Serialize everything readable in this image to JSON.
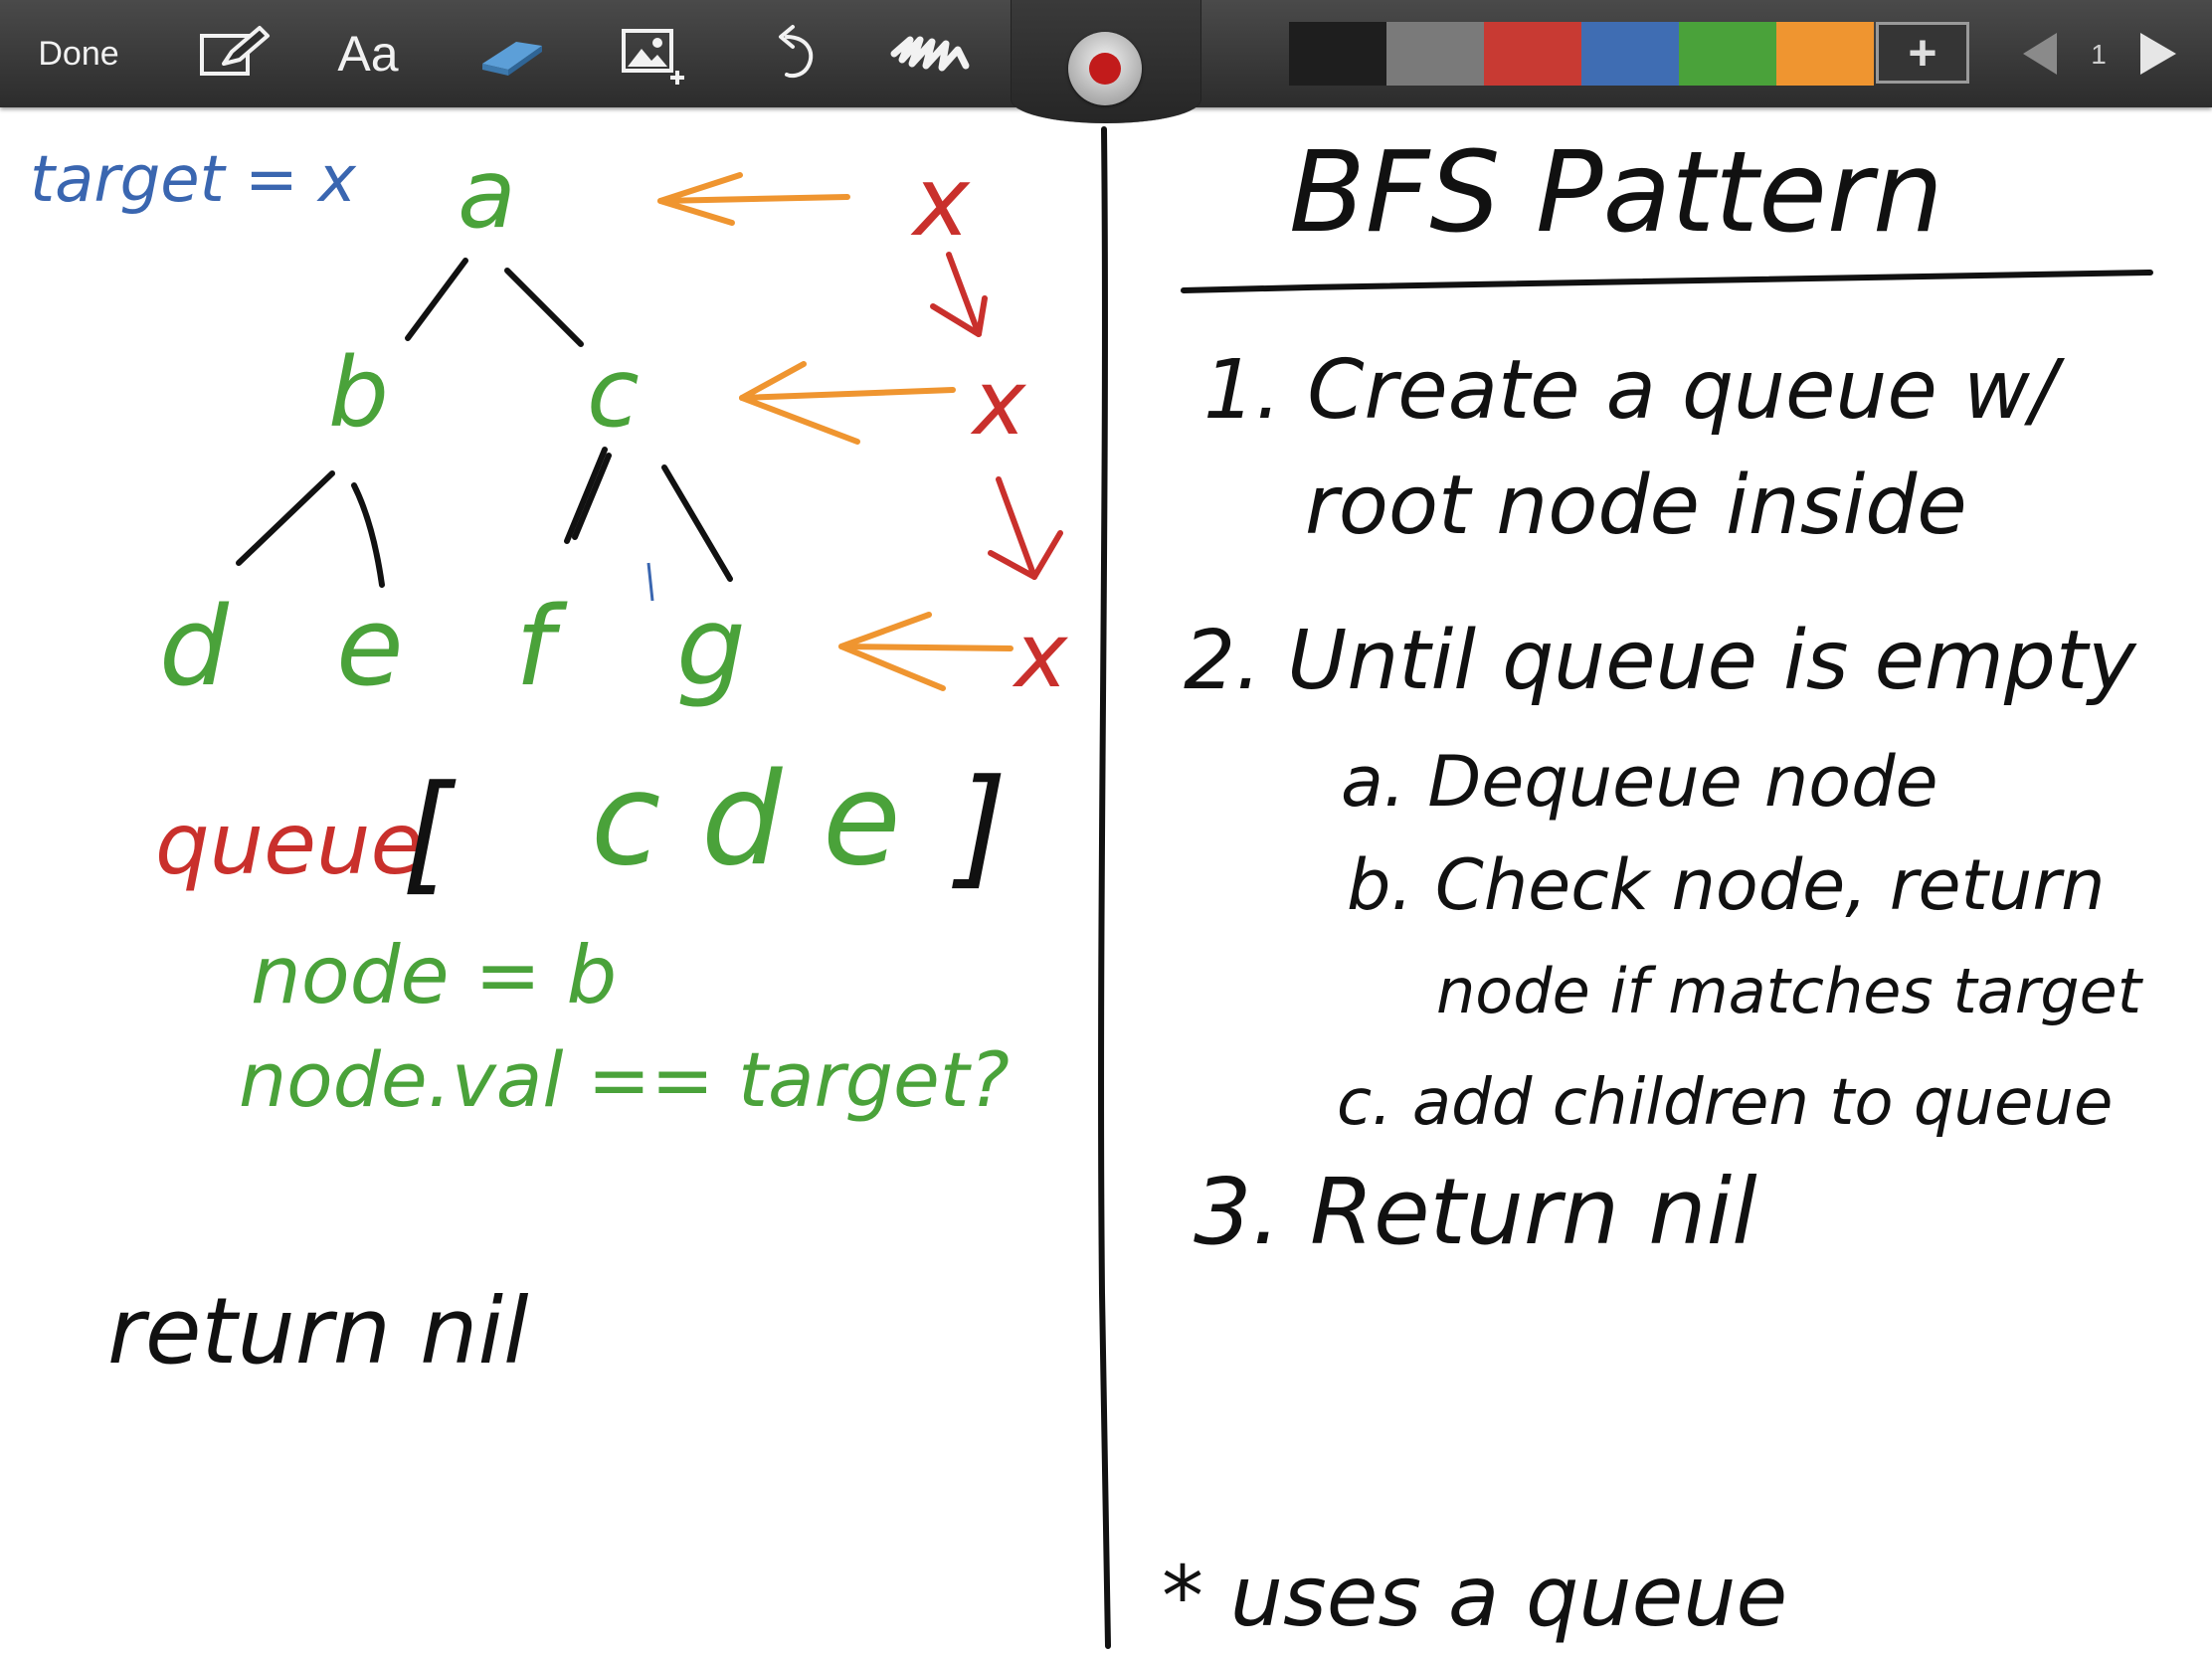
{
  "toolbar": {
    "done_label": "Done",
    "font_label": "Aa",
    "page_number": "1",
    "add_color_label": "+"
  },
  "palette": [
    "#1e1e1e",
    "#7a7a7a",
    "#c83a33",
    "#3f6db3",
    "#4aa23a",
    "#ef9530"
  ],
  "whiteboard": {
    "left": {
      "target_label": "target = x",
      "tree": {
        "root": "a",
        "level1": [
          "b",
          "c"
        ],
        "level2": [
          "d",
          "e",
          "f",
          "g"
        ]
      },
      "marks": [
        "x",
        "x",
        "x"
      ],
      "queue_label": "queue",
      "queue_open": "[",
      "queue_contents": "c d e",
      "queue_close": "]",
      "node_line": "node = b",
      "check_line": "node.val == target?",
      "return_line": "return nil"
    },
    "right": {
      "title": "BFS Pattern",
      "step1_line1": "1. Create a queue w/",
      "step1_line2": "root node inside",
      "step2": "2. Until queue is empty",
      "step2a": "a. Dequeue node",
      "step2b_line1": "b. Check node, return",
      "step2b_line2": "node if matches target",
      "step2c": "c. add children to queue",
      "step3": "3. Return nil",
      "note": "* uses a queue"
    }
  },
  "colors": {
    "ink_black": "#111111",
    "ink_green": "#4aa23a",
    "ink_red": "#c9302c",
    "ink_blue": "#3a66b0",
    "ink_orange": "#ef9530"
  }
}
